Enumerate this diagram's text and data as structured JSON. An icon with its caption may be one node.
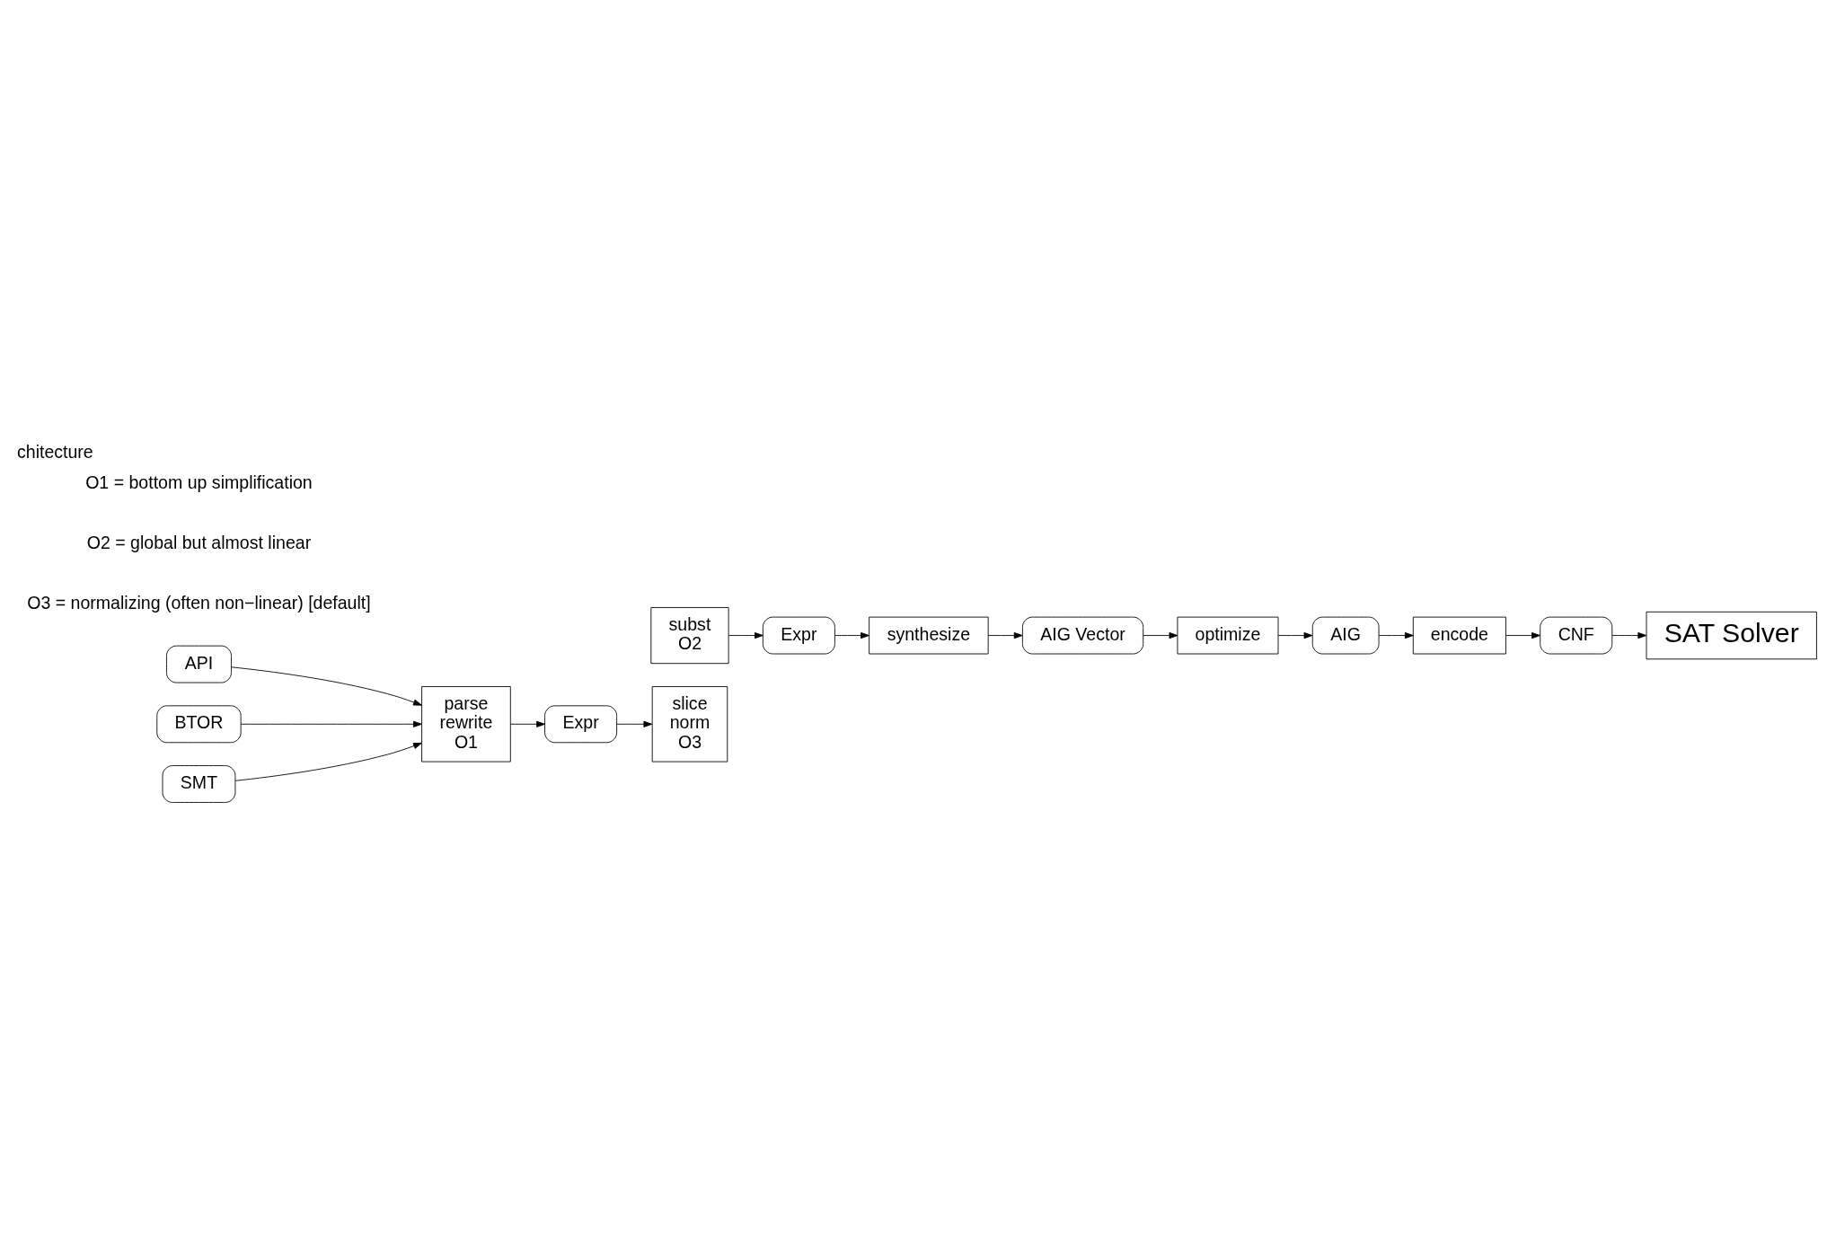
{
  "diagram": {
    "title": "chitecture",
    "nodes": [
      {
        "text": [
          "API"
        ]
      },
      {
        "text": [
          "BTOR"
        ]
      },
      {
        "text": [
          "SMT"
        ]
      },
      {
        "text": [
          "parse",
          "rewrite",
          "O1"
        ]
      },
      {
        "text": [
          "Expr"
        ]
      },
      {
        "text": [
          "subst",
          "O2"
        ]
      },
      {
        "text": [
          "slice",
          "norm",
          "O3"
        ]
      },
      {
        "text": [
          "Expr"
        ]
      },
      {
        "text": [
          "synthesize"
        ]
      },
      {
        "text": [
          "AIG Vector"
        ]
      },
      {
        "text": [
          "optimize"
        ]
      },
      {
        "text": [
          "AIG"
        ]
      },
      {
        "text": [
          "encode"
        ]
      },
      {
        "text": [
          "CNF"
        ]
      },
      {
        "text": [
          "SAT Solver"
        ]
      }
    ],
    "edges": [
      {
        "from": 0,
        "to": 3,
        "arrow": "to"
      },
      {
        "from": 1,
        "to": 3,
        "arrow": "to"
      },
      {
        "from": 2,
        "to": 3,
        "arrow": "to"
      },
      {
        "from": 3,
        "to": 4,
        "arrow": "to"
      },
      {
        "from": 4,
        "to": 6,
        "arrow": "to"
      },
      {
        "from": 5,
        "to": 7,
        "arrow": "to"
      },
      {
        "from": 7,
        "to": 8,
        "arrow": "to"
      },
      {
        "from": 8,
        "to": 9,
        "arrow": "to"
      },
      {
        "from": 9,
        "to": 10,
        "arrow": "to"
      },
      {
        "from": 10,
        "to": 11,
        "arrow": "to"
      },
      {
        "from": 11,
        "to": 12,
        "arrow": "to"
      },
      {
        "from": 12,
        "to": 13,
        "arrow": "to"
      },
      {
        "from": 13,
        "to": 14,
        "arrow": "to"
      }
    ],
    "labels": [
      "O1 = bottom up simplification",
      "O2 = global but almost linear",
      "O3 = normalizing (often non−linear) [default]"
    ]
  }
}
